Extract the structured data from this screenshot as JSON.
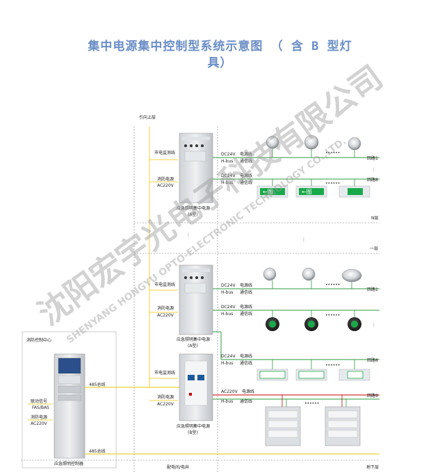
{
  "title_line1": "集中电源集中控制型系统示意图 （ 含 B 型灯",
  "title_line2": "具）",
  "top_label": "引向上层",
  "floor_labels": {
    "n": "N层",
    "one": "一层",
    "basement": "地下层"
  },
  "bottom_label": "配电间/电井",
  "panels": [
    {
      "mains": "市电监测线",
      "fire_power": "消防电源",
      "ac": "AC220V",
      "name": "应急照明集中电源",
      "model": "(A型)"
    },
    {
      "mains": "市电监测线",
      "fire_power": "消防电源",
      "ac": "AC220V",
      "name": "应急照明集中电源",
      "model": "(A型)"
    },
    {
      "mains": "市电监测线",
      "fire_power": "消防电源",
      "ac": "AC220V",
      "name": "应急照明集中电源",
      "model": "(B型)"
    }
  ],
  "bus": {
    "dc24v": "DC24V",
    "power_line": "电源线",
    "hbus": "H-bus",
    "comm_line": "通信线",
    "ac220v": "AC220V"
  },
  "circuits": {
    "loop1": "回路1",
    "loop8": "回路8",
    "loop9": "回路9"
  },
  "ellipsis": "••••••",
  "vellipsis": "⋮",
  "control_center": {
    "title": "消防控制中心",
    "link_signal": "联动信号",
    "fas_bas": "FAS/BAS",
    "fire_power": "消防电源",
    "ac": "AC220V",
    "bus485_a": "485总线",
    "bus485_b": "485总线",
    "name": "应急照明控制器"
  },
  "exit_sign_text": "←图",
  "watermark": {
    "cn": "沈阳宏宇光电子科技有限公司",
    "en": "SHENYANG HONGYU OPTO-ELECTRONIC TECHNOLOGY CO.,LTD."
  },
  "colors": {
    "title": "#6a8ec6",
    "bus_green": "#2e9b3f",
    "bus_yellow": "#f2c400",
    "bus_red": "#c00000",
    "sign_green": "#1aa94a"
  }
}
